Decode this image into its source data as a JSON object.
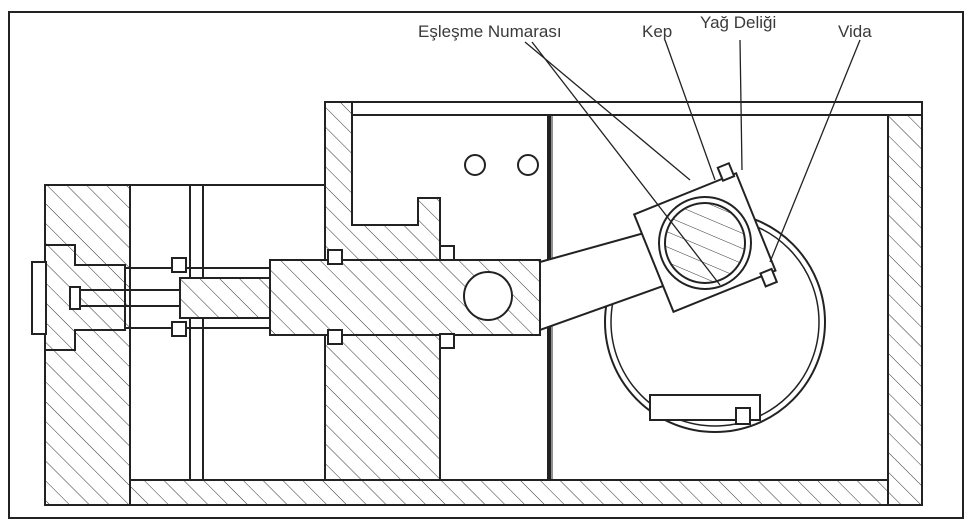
{
  "diagram": {
    "labels": {
      "matching_number": "Eşleşme Numarası",
      "cap": "Kep",
      "oil_hole": "Yağ Deliği",
      "screw": "Vida"
    }
  }
}
